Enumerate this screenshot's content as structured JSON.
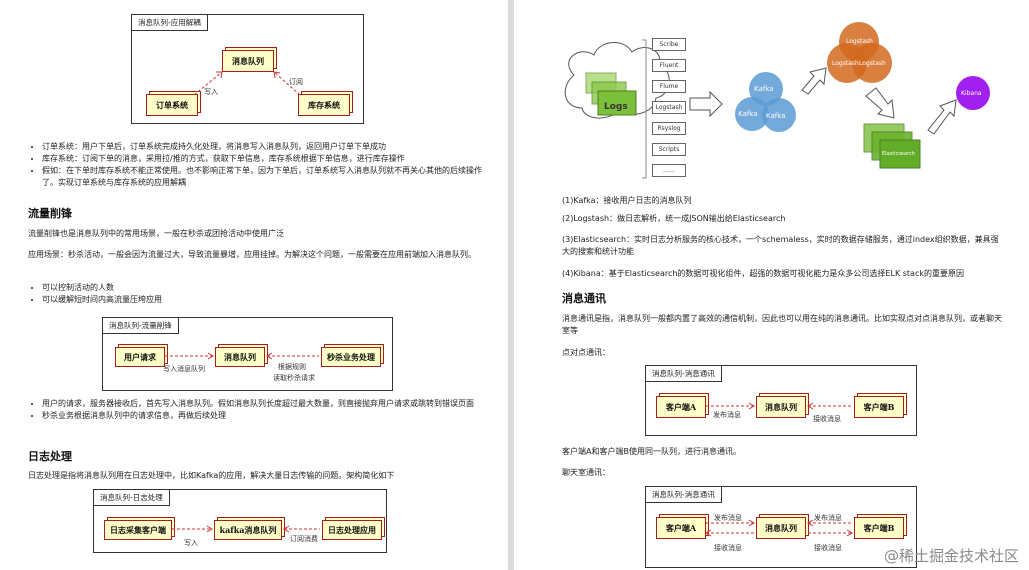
{
  "left": {
    "diagram1": {
      "tab": "消息队列-应用解耦",
      "mq": "消息队列",
      "order": "订单系统",
      "stock": "库存系统",
      "write": "写入",
      "subscribe": "订阅"
    },
    "bullets1": [
      "订单系统：用户下单后，订单系统完成持久化处理，将消息写入消息队列，返回用户订单下单成功",
      "库存系统：订阅下单的消息，采用拉/推的方式，获取下单信息，库存系统根据下单信息，进行库存操作",
      "假如：在下单时库存系统不能正常使用。也不影响正常下单，因为下单后，订单系统写入消息队列就不再关心其他的后续操作了。实现订单系统与库存系统的应用解耦"
    ],
    "h_peak": "流量削锋",
    "p_peak1": "流量削锋也是消息队列中的常用场景，一般在秒杀或团抢活动中使用广泛",
    "p_peak2": "应用场景：秒杀活动，一般会因为流量过大，导致流量暴增，应用挂掉。为解决这个问题，一般需要在应用前端加入消息队列。",
    "bullets2": [
      "可以控制活动的人数",
      "可以缓解短时间内高流量压垮应用"
    ],
    "diagram2": {
      "tab": "消息队列-流量削锋",
      "user": "用户请求",
      "mq": "消息队列",
      "seckill": "秒杀业务处理",
      "write": "写入消息队列",
      "rule1": "根据规则",
      "rule2": "读取秒杀请求"
    },
    "bullets3": [
      "用户的请求，服务器接收后，首先写入消息队列。假如消息队列长度超过最大数量，则直接抛弃用户请求或跳转到错误页面",
      "秒杀业务根据消息队列中的请求信息，再做后续处理"
    ],
    "h_log": "日志处理",
    "p_log": "日志处理是指将消息队列用在日志处理中，比如Kafka的应用，解决大量日志传输的问题。架构简化如下",
    "diagram3": {
      "tab": "消息队列-日志处理",
      "client": "日志采集客户端",
      "kafka": "kafka消息队列",
      "app": "日志处理应用",
      "write": "写入",
      "sub": "订阅消费"
    }
  },
  "right": {
    "elk": {
      "sources": [
        "Scribe",
        "Fluent",
        "Flume",
        "Logstash",
        "Rsyslog",
        "Scripts",
        "……"
      ],
      "logs": "Logs",
      "kafka": "Kafka",
      "logstash": "Logstash",
      "es": "Elasticsearch",
      "kibana": "Kibana"
    },
    "items": [
      "(1)Kafka：接收用户日志的消息队列",
      "(2)Logstash：做日志解析，统一成JSON输出给Elasticsearch",
      "(3)Elasticsearch：实时日志分析服务的核心技术，一个schemaless，实时的数据存储服务，通过index组织数据，兼具强大的搜索和统计功能",
      "(4)Kibana：基于Elasticsearch的数据可视化组件，超强的数据可视化能力是众多公司选择ELK stack的重要原因"
    ],
    "h_msg": "消息通讯",
    "p_msg": "消息通讯是指，消息队列一般都内置了高效的通信机制，因此也可以用在纯的消息通讯。比如实现点对点消息队列，或者聊天室等",
    "p2p": "点对点通讯：",
    "diagram4": {
      "tab": "消息队列-消息通讯",
      "a": "客户端A",
      "mq": "消息队列",
      "b": "客户端B",
      "pub": "发布消息",
      "recv": "接收消息"
    },
    "p_same": "客户端A和客户端B使用同一队列，进行消息通讯。",
    "chat": "聊天室通讯：",
    "diagram5": {
      "tab": "消息队列-消息通讯",
      "a": "客户端A",
      "mq": "消息队列",
      "b": "客户端B",
      "pub": "发布消息",
      "recv": "接收消息"
    },
    "watermark": "@稀土掘金技术社区"
  }
}
